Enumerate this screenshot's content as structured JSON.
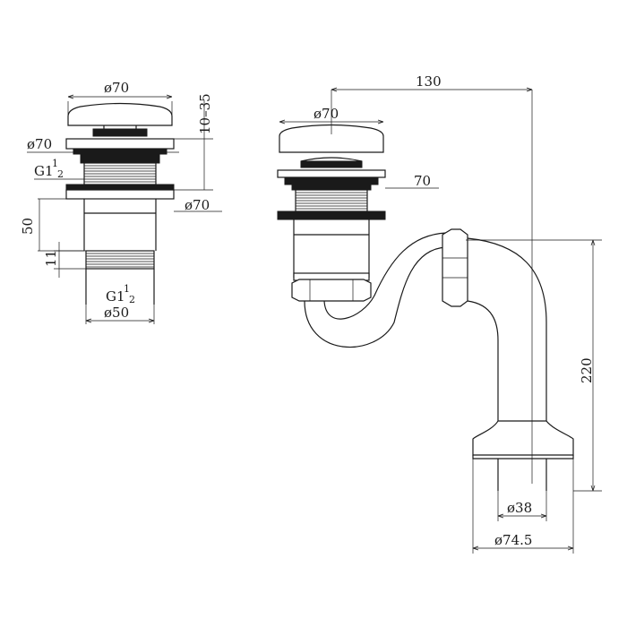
{
  "left_view": {
    "cap_diameter": "ø70",
    "flange_diameter": "ø70",
    "thread_upper": "G1",
    "thread_upper_fraction_num": "1",
    "thread_upper_fraction_den": "2",
    "base_diameter": "ø70",
    "height_range": "10–35",
    "body_height": "50",
    "thread_length": "11",
    "thread_lower": "G1",
    "thread_lower_fraction_num": "1",
    "thread_lower_fraction_den": "2",
    "body_diameter": "ø50"
  },
  "right_view": {
    "trap_offset": "130",
    "cap_diameter": "ø70",
    "flange_width": "70",
    "trap_height": "220",
    "outlet_diameter": "ø38",
    "base_flange_diameter": "ø74.5"
  }
}
